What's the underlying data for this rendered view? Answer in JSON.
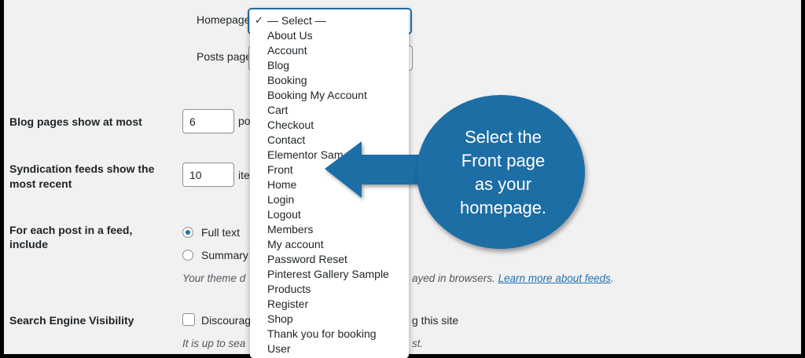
{
  "reading": {
    "homepage_label": "Homepage",
    "posts_page_label": "Posts page",
    "blog_pages_label": "Blog pages show at most",
    "blog_pages_value": "6",
    "blog_pages_suffix": "po",
    "syndication_label_line1": "Syndication feeds show the",
    "syndication_label_line2": "most recent",
    "syndication_value": "10",
    "syndication_suffix": "ite",
    "feed_label_line1": "For each post in a feed,",
    "feed_label_line2": "include",
    "full_text_label": "Full text",
    "summary_label": "Summary",
    "theme_desc_start": "Your theme d",
    "theme_desc_end": "ayed in browsers.",
    "learn_more_link": "Learn more about feeds",
    "theme_desc_period": ".",
    "search_visibility_label": "Search Engine Visibility",
    "discourage_label_start": "Discourag",
    "discourage_label_end": "g this site",
    "visibility_desc_start": "It is up to sea",
    "visibility_desc_end": "st."
  },
  "dropdown": {
    "selected_mark": "✓",
    "options": [
      "— Select —",
      "About Us",
      "Account",
      "Blog",
      "Booking",
      "Booking My Account",
      "Cart",
      "Checkout",
      "Contact",
      "Elementor Sam",
      "Front",
      "Home",
      "Login",
      "Logout",
      "Members",
      "My account",
      "Password Reset",
      "Pinterest Gallery Sample",
      "Products",
      "Register",
      "Shop",
      "Thank you for booking",
      "User"
    ]
  },
  "callout": {
    "line1": "Select the",
    "line2": "Front page",
    "line3": "as your",
    "line4": "homepage.",
    "color": "#1c6ea4"
  },
  "colors": {
    "accent": "#2271b1",
    "background": "#f1f1f1"
  }
}
